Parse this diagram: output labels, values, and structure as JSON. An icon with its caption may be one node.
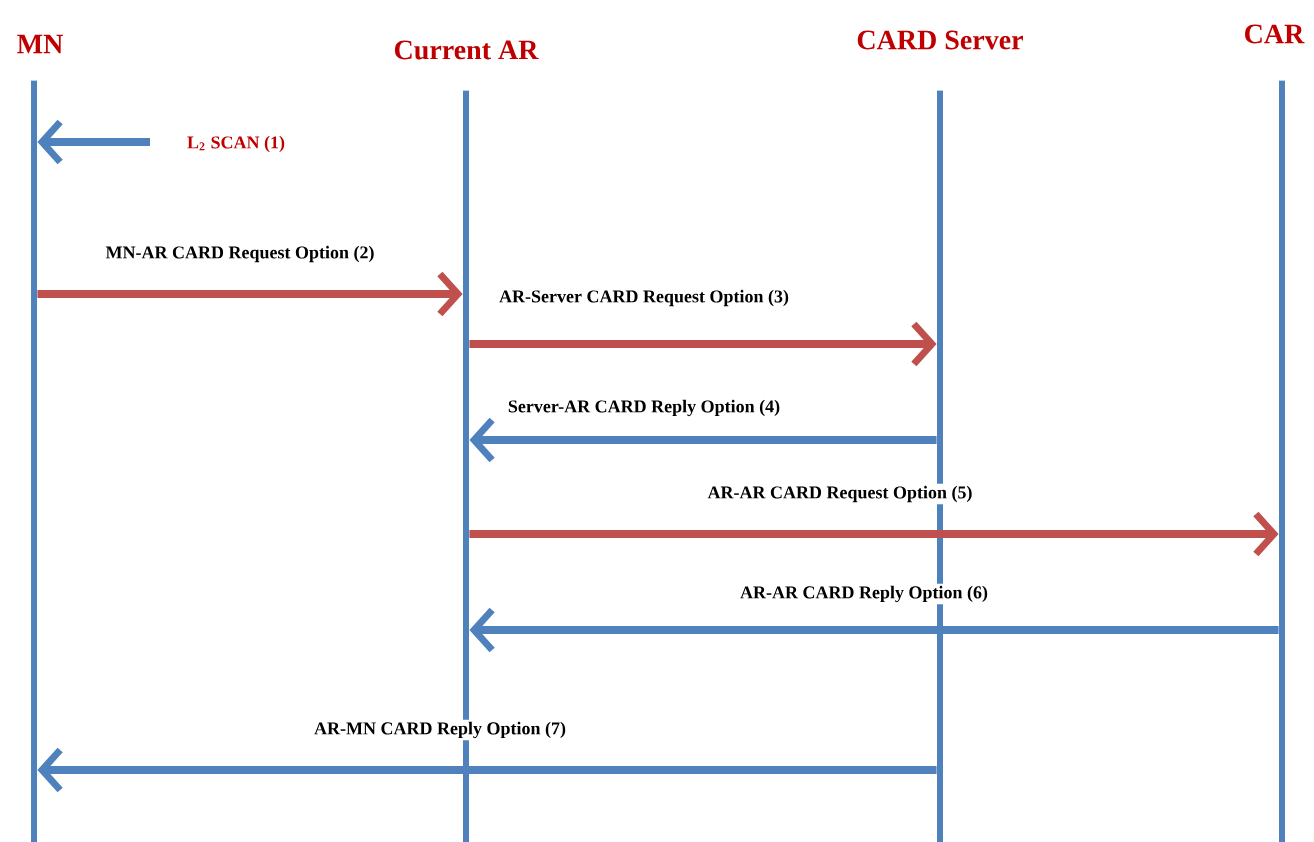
{
  "diagram": {
    "nodes": [
      {
        "text": [
          "MN"
        ]
      },
      {
        "text": [
          "Current AR"
        ]
      },
      {
        "text": [
          "CARD Server"
        ]
      },
      {
        "text": [
          "CAR"
        ]
      }
    ],
    "edges": [
      {
        "from": null,
        "to": 0,
        "arrow": "to",
        "label": "L$_{2}$ SCAN (1)"
      },
      {
        "from": 0,
        "to": 1,
        "arrow": "to",
        "label": "MN-AR CARD Request Option (2)",
        "color": "#c0504d"
      },
      {
        "from": 1,
        "to": 2,
        "arrow": "to",
        "label": "AR-Server CARD Request Option (3)",
        "color": "#c0504d"
      },
      {
        "from": 2,
        "to": 1,
        "arrow": "to",
        "label": "Server-AR CARD Reply Option (4)"
      },
      {
        "from": 1,
        "to": 3,
        "arrow": "to",
        "label": "AR-AR CARD Request Option (5)",
        "color": "#c0504d"
      },
      {
        "from": 3,
        "to": 1,
        "arrow": "to",
        "label": "AR-AR CARD Reply Option (6)"
      },
      {
        "from": 2,
        "to": 0,
        "arrow": "to",
        "label": "AR-MN CARD Reply Option (7)"
      }
    ]
  }
}
